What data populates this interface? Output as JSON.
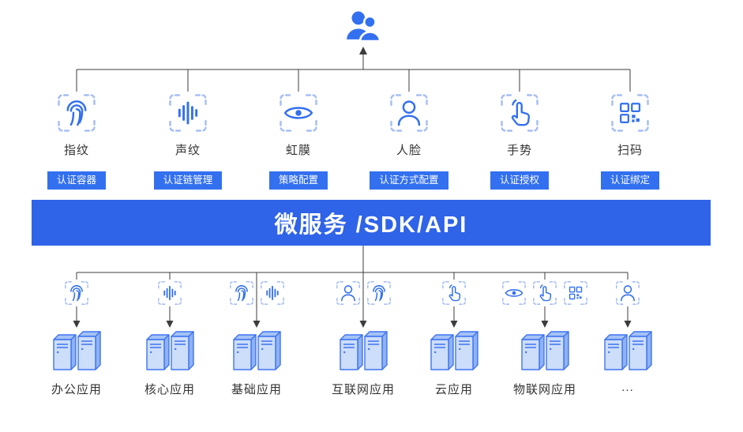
{
  "colors": {
    "primary": "#3370F0",
    "banner_bg": "#2F63E8",
    "badge_bg": "#3370F0",
    "badge_text": "#FFFFFF",
    "line": "#3C3C3C",
    "server_fill": "#CDDEFB",
    "label_text": "#333333",
    "viewfinder": "#A6BEF4"
  },
  "top_user": {
    "icon": "users-icon"
  },
  "auth_methods": [
    {
      "label": "指纹",
      "icon": "fingerprint-icon",
      "badge": "认证容器"
    },
    {
      "label": "声纹",
      "icon": "voiceprint-icon",
      "badge": "认证链管理"
    },
    {
      "label": "虹膜",
      "icon": "iris-icon",
      "badge": "策略配置"
    },
    {
      "label": "人脸",
      "icon": "face-icon",
      "badge": "认证方式配置"
    },
    {
      "label": "手势",
      "icon": "gesture-icon",
      "badge": "认证授权"
    },
    {
      "label": "扫码",
      "icon": "qrcode-icon",
      "badge": "认证绑定"
    }
  ],
  "banner": {
    "title": "微服务 /SDK/API"
  },
  "applications": [
    {
      "label": "办公应用",
      "icons": [
        "fingerprint-icon"
      ]
    },
    {
      "label": "核心应用",
      "icons": [
        "voiceprint-icon"
      ]
    },
    {
      "label": "基础应用",
      "icons": [
        "fingerprint-icon",
        "voiceprint-icon"
      ]
    },
    {
      "label": "互联网应用",
      "icons": [
        "face-icon",
        "fingerprint-icon"
      ]
    },
    {
      "label": "云应用",
      "icons": [
        "gesture-icon"
      ]
    },
    {
      "label": "物联网应用",
      "icons": [
        "iris-icon",
        "gesture-icon",
        "qrcode-icon"
      ]
    },
    {
      "label": "...",
      "icons": [
        "face-icon"
      ]
    }
  ]
}
